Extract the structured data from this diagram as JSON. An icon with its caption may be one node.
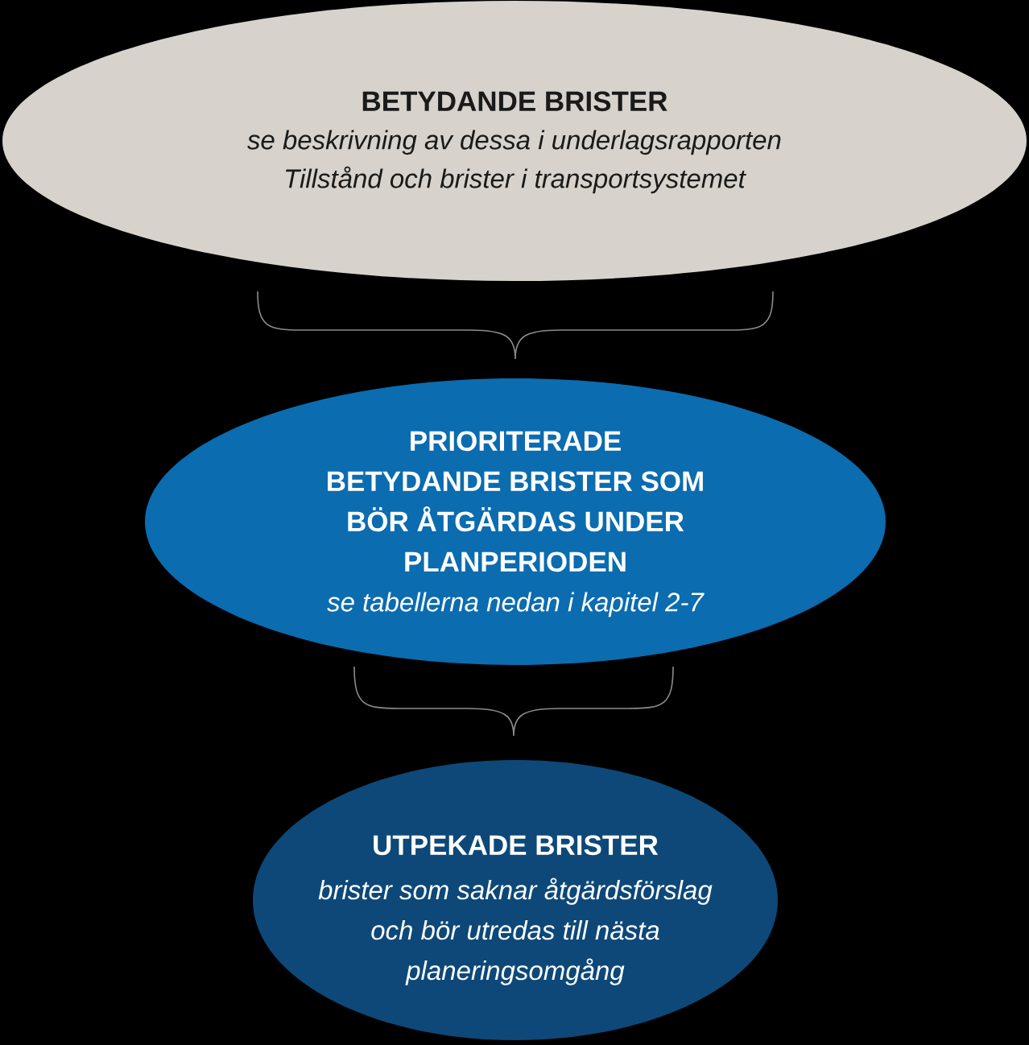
{
  "diagram": {
    "nodes": [
      {
        "text": [
          "BETYDANDE BRISTER",
          "se beskrivning av dessa i underlagsrapporten Tillstånd och brister i transportsystemet"
        ]
      },
      {
        "text": [
          "PRIORITERADE BETYDANDE BRISTER SOM BÖR ÅTGÄRDAS UNDER PLANPERIODEN",
          "se tabellerna nedan i kapitel 2-7"
        ]
      },
      {
        "text": [
          "UTPEKADE BRISTER",
          "brister som saknar åtgärdsförslag och bör utredas till nästa planeringsomgång"
        ]
      }
    ]
  }
}
